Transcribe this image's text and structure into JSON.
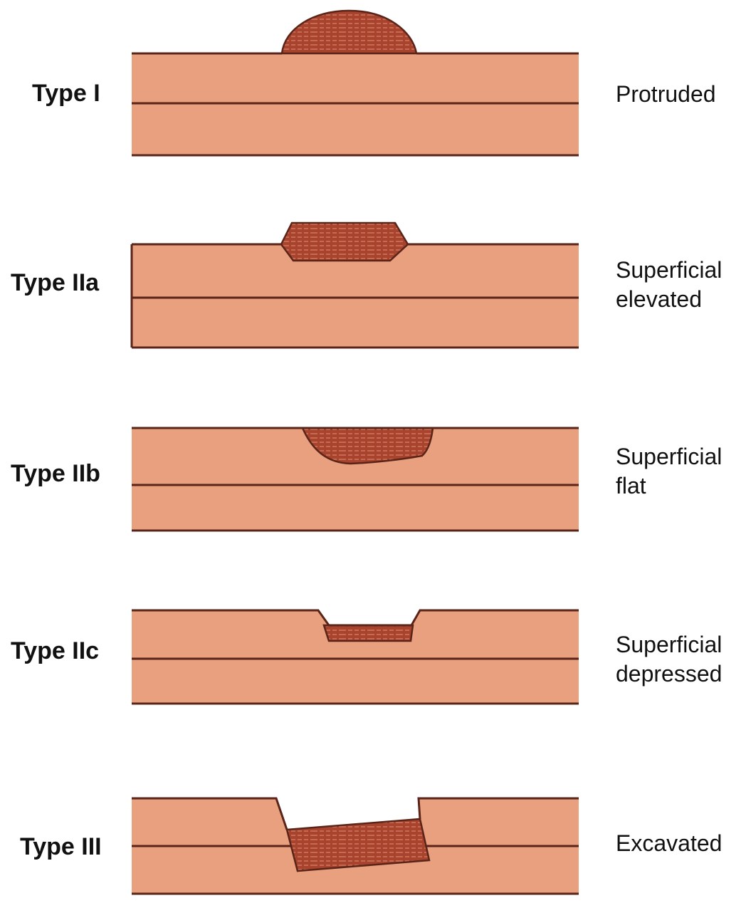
{
  "colors": {
    "tissue": "#e8a07e",
    "tissue_band": "#e29a78",
    "line": "#5a2418",
    "lesion": "#a8432e",
    "lesion_stripe": "#d8826a",
    "background": "#ffffff"
  },
  "rows": [
    {
      "type_label": "Type I",
      "description": [
        "Protruded"
      ],
      "shape": "protruded"
    },
    {
      "type_label": "Type IIa",
      "description": [
        "Superficial",
        "elevated"
      ],
      "shape": "superficial-elevated"
    },
    {
      "type_label": "Type IIb",
      "description": [
        "Superficial",
        "flat"
      ],
      "shape": "superficial-flat"
    },
    {
      "type_label": "Type IIc",
      "description": [
        "Superficial",
        "depressed"
      ],
      "shape": "superficial-depressed"
    },
    {
      "type_label": "Type III",
      "description": [
        "Excavated"
      ],
      "shape": "excavated"
    }
  ]
}
